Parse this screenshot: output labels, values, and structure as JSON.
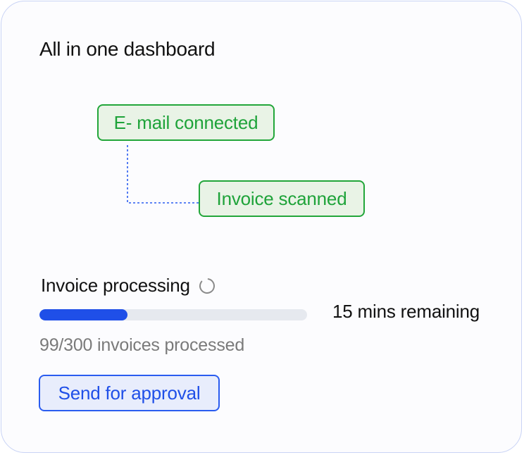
{
  "card": {
    "title": "All in one dashboard"
  },
  "workflow": {
    "steps": [
      {
        "label": "E- mail connected",
        "status_color": "#22a63a"
      },
      {
        "label": "Invoice scanned",
        "status_color": "#22a63a"
      }
    ],
    "connector_color": "#2a5cf0"
  },
  "processing": {
    "label": "Invoice processing",
    "spinner_icon": "loading-spinner-icon",
    "progress_fraction": 0.33,
    "progress_color": "#1f4fe8",
    "remaining_text": "15 mins remaining",
    "count_text": "99/300 invoices processed"
  },
  "actions": {
    "send_label": "Send for approval",
    "accent_color": "#1f4fe8"
  }
}
